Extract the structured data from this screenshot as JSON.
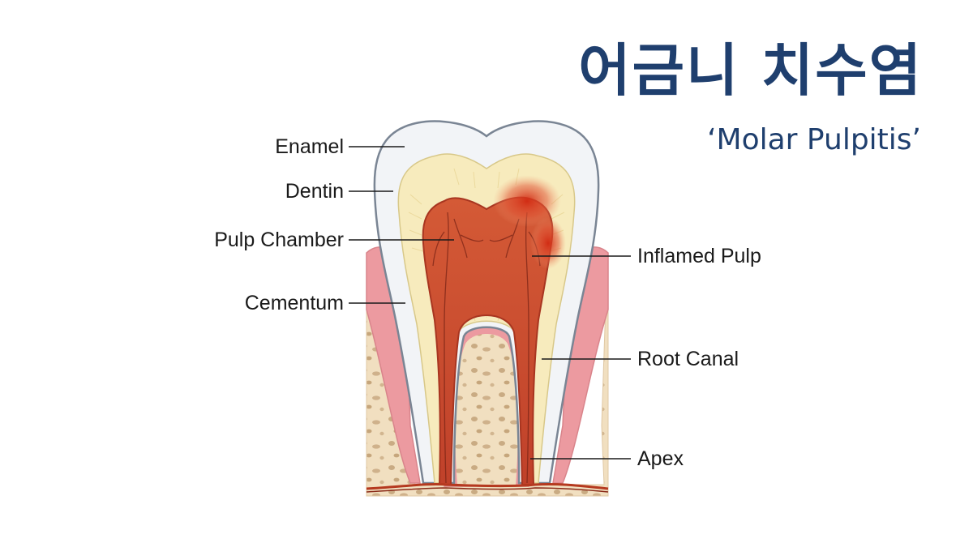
{
  "title": "어금니 치수염",
  "subtitle": "‘Molar Pulpitis’",
  "labels": {
    "enamel": "Enamel",
    "dentin": "Dentin",
    "pulp_chamber": "Pulp Chamber",
    "cementum": "Cementum",
    "inflamed_pulp": "Inflamed Pulp",
    "root_canal": "Root Canal",
    "apex": "Apex"
  },
  "colors": {
    "title": "#1f3f6e",
    "enamel": "#f2f4f7",
    "dentin": "#f7ebbd",
    "pulp": "#c8452c",
    "inflamed": "#d9361c",
    "gum": "#ec9aa0",
    "bone": "#f1dfc0",
    "bone_spots": "#c9ab83"
  }
}
